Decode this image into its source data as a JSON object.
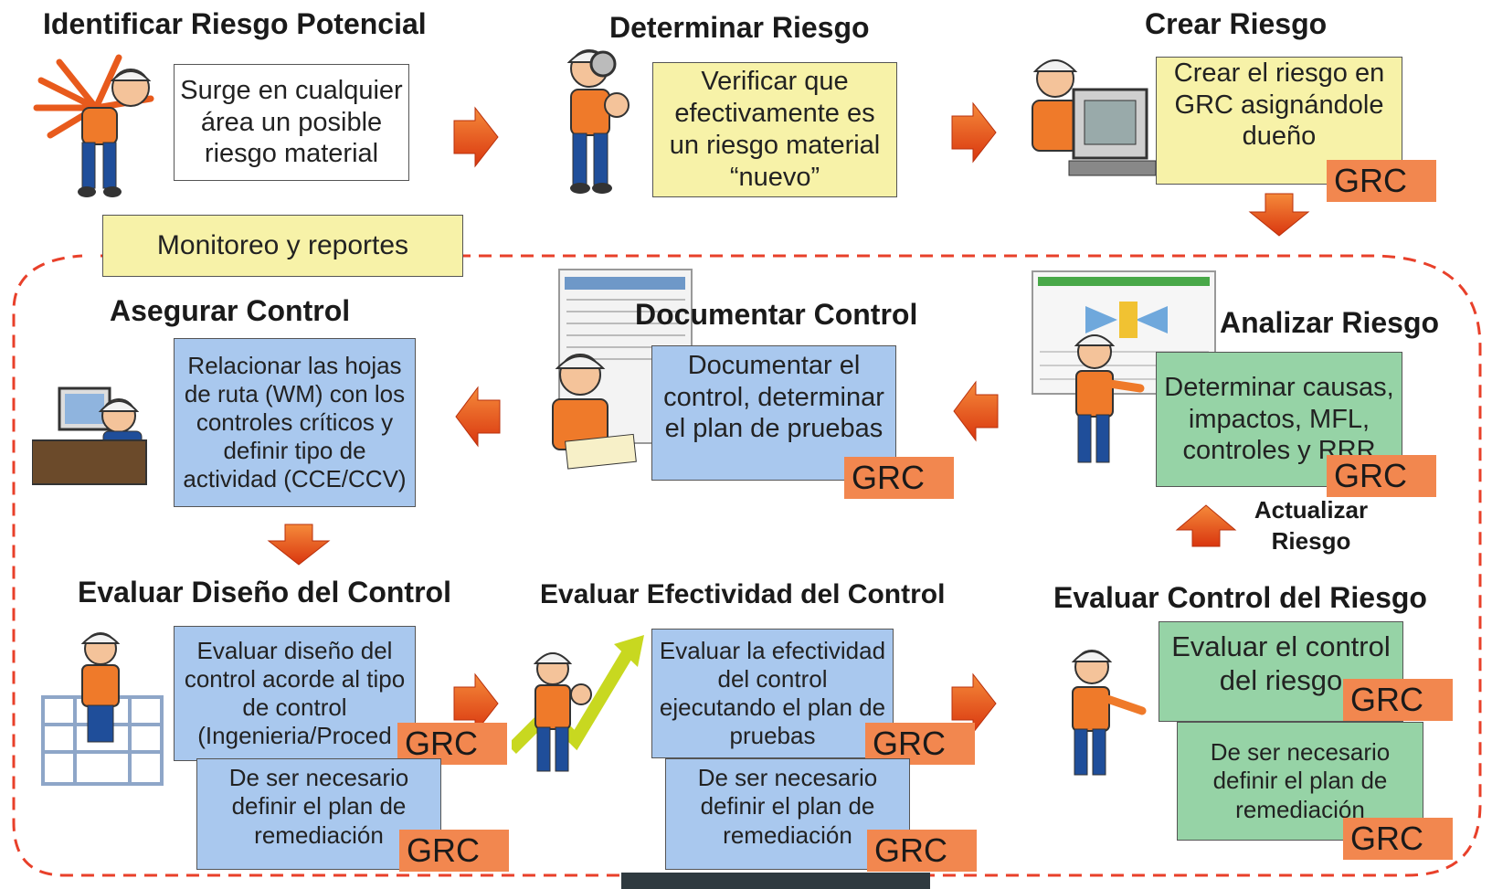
{
  "steps": {
    "identificar": {
      "title": "Identificar Riesgo Potencial",
      "text": "Surge en cualquier área un posible riesgo material"
    },
    "determinar": {
      "title": "Determinar Riesgo",
      "text": "Verificar que efectivamente es un riesgo material “nuevo”"
    },
    "crear": {
      "title": "Crear Riesgo",
      "text": "Crear el riesgo en GRC asignándole dueño"
    },
    "monitoreo": {
      "text": "Monitoreo y reportes"
    },
    "asegurar": {
      "title": "Asegurar Control",
      "text": "Relacionar las hojas de ruta (WM) con los controles críticos y definir tipo de actividad (CCE/CCV)"
    },
    "documentar": {
      "title": "Documentar Control",
      "text": "Documentar el control, determinar el plan de pruebas"
    },
    "analizar": {
      "title": "Analizar Riesgo",
      "text": "Determinar causas, impactos, MFL, controles y RRR"
    },
    "actualizar": {
      "line1": "Actualizar",
      "line2": "Riesgo"
    },
    "evaluar_diseno": {
      "title": "Evaluar Diseño del Control",
      "text": "Evaluar diseño del control acorde al tipo de control (Ingenieria/Proced",
      "remediacion": "De ser necesario definir el plan de remediación"
    },
    "evaluar_efectividad": {
      "title": "Evaluar Efectividad del Control",
      "text": "Evaluar la efectividad del control ejecutando el plan de pruebas",
      "remediacion": "De ser necesario definir el plan de remediación"
    },
    "evaluar_riesgo": {
      "title": "Evaluar Control del Riesgo",
      "text": "Evaluar el control del riesgo",
      "remediacion": "De ser necesario definir el plan de remediación"
    }
  },
  "grc_label": "GRC",
  "colors": {
    "arrow": "#e8541c",
    "grc": "#f2874f",
    "yellow": "#f7f2a8",
    "blue": "#a9c8ee",
    "green": "#96d3a6",
    "dashed": "#e8402a"
  },
  "icons": [
    "worker-alarm-icon",
    "worker-magnifier-icon",
    "worker-computer-icon",
    "worker-desk-icon",
    "worker-writing-icon",
    "worker-presenting-icon",
    "worker-scaffold-icon",
    "worker-thumbsup-icon",
    "worker-pointing-icon"
  ]
}
